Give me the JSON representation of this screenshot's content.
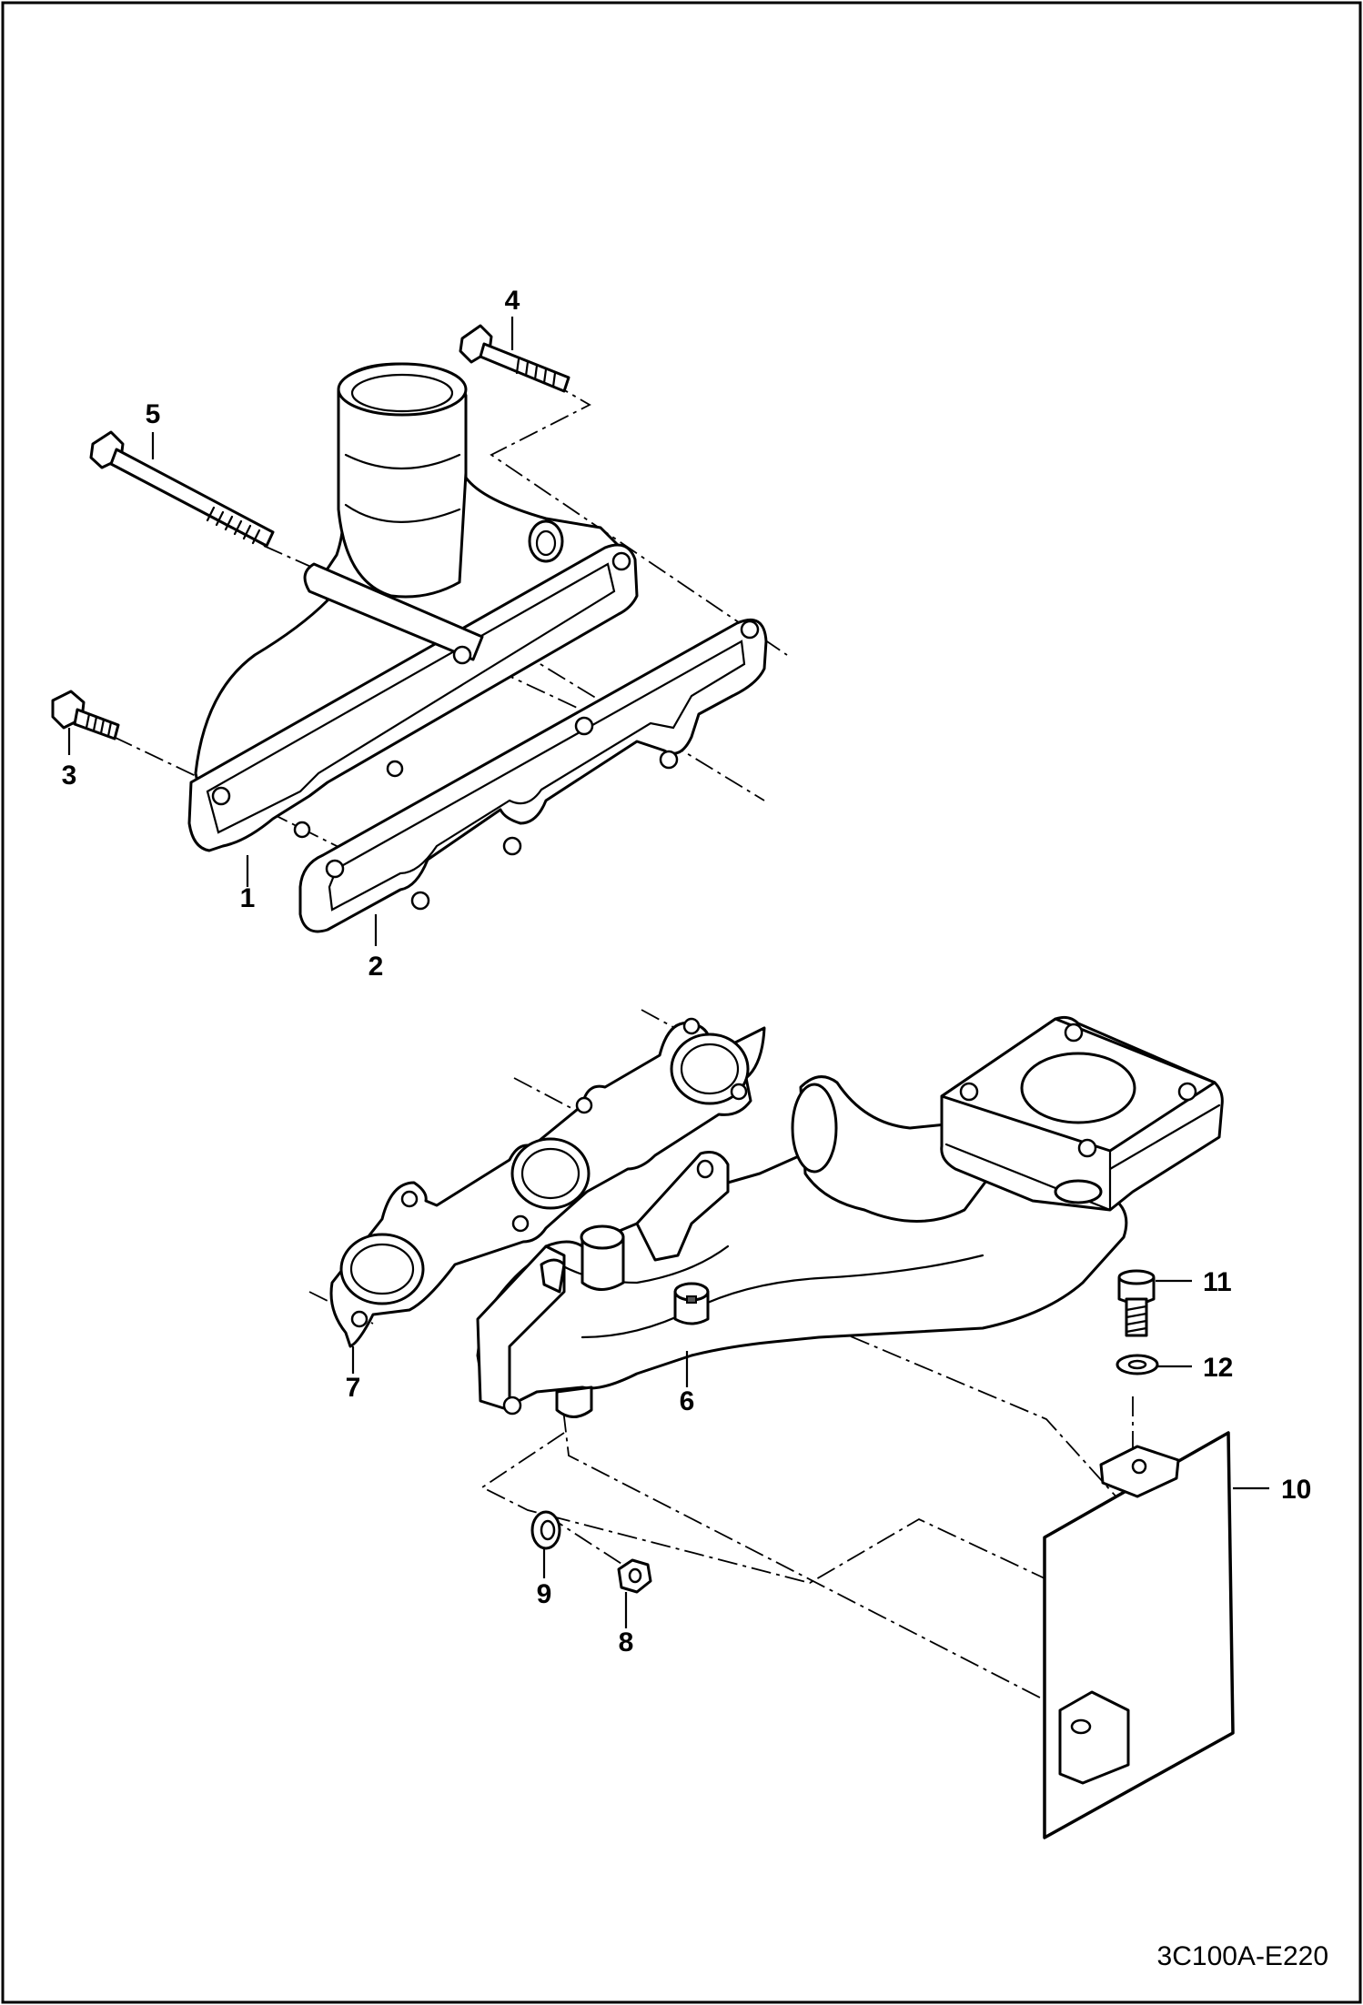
{
  "diagram_code": "3C100A-E220",
  "callouts": [
    {
      "id": "c1",
      "label": "1"
    },
    {
      "id": "c2",
      "label": "2"
    },
    {
      "id": "c3",
      "label": "3"
    },
    {
      "id": "c4",
      "label": "4"
    },
    {
      "id": "c5",
      "label": "5"
    },
    {
      "id": "c6",
      "label": "6"
    },
    {
      "id": "c7",
      "label": "7"
    },
    {
      "id": "c8",
      "label": "8"
    },
    {
      "id": "c9",
      "label": "9"
    },
    {
      "id": "c10",
      "label": "10"
    },
    {
      "id": "c11",
      "label": "11"
    },
    {
      "id": "c12",
      "label": "12"
    }
  ]
}
